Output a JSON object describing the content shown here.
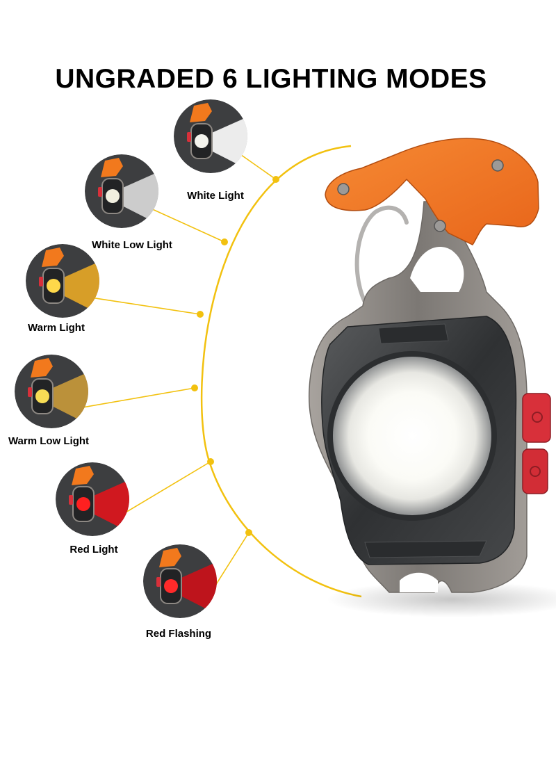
{
  "title": "UNGRADED 6 LIGHTING MODES",
  "modes": [
    {
      "label": "White Light",
      "beam_color": "#ffffff",
      "lens_color": "#f4f4ee"
    },
    {
      "label": "White Low Light",
      "beam_color": "#dcdcdc",
      "lens_color": "#f1efe0"
    },
    {
      "label": "Warm Light",
      "beam_color": "#e8a826",
      "lens_color": "#ffd84a"
    },
    {
      "label": "Warm Low Light",
      "beam_color": "#c99a3a",
      "lens_color": "#f7dc55"
    },
    {
      "label": "Red Light",
      "beam_color": "#e0141c",
      "lens_color": "#ff2020"
    },
    {
      "label": "Red Flashing",
      "beam_color": "#cc1018",
      "lens_color": "#ff2a2a"
    }
  ],
  "colors": {
    "connector": "#f2c10f",
    "accent_orange": "#f2791d",
    "body_dark": "#3a3c3e",
    "metal": "#8e8a86",
    "button_red": "#d8303a"
  }
}
